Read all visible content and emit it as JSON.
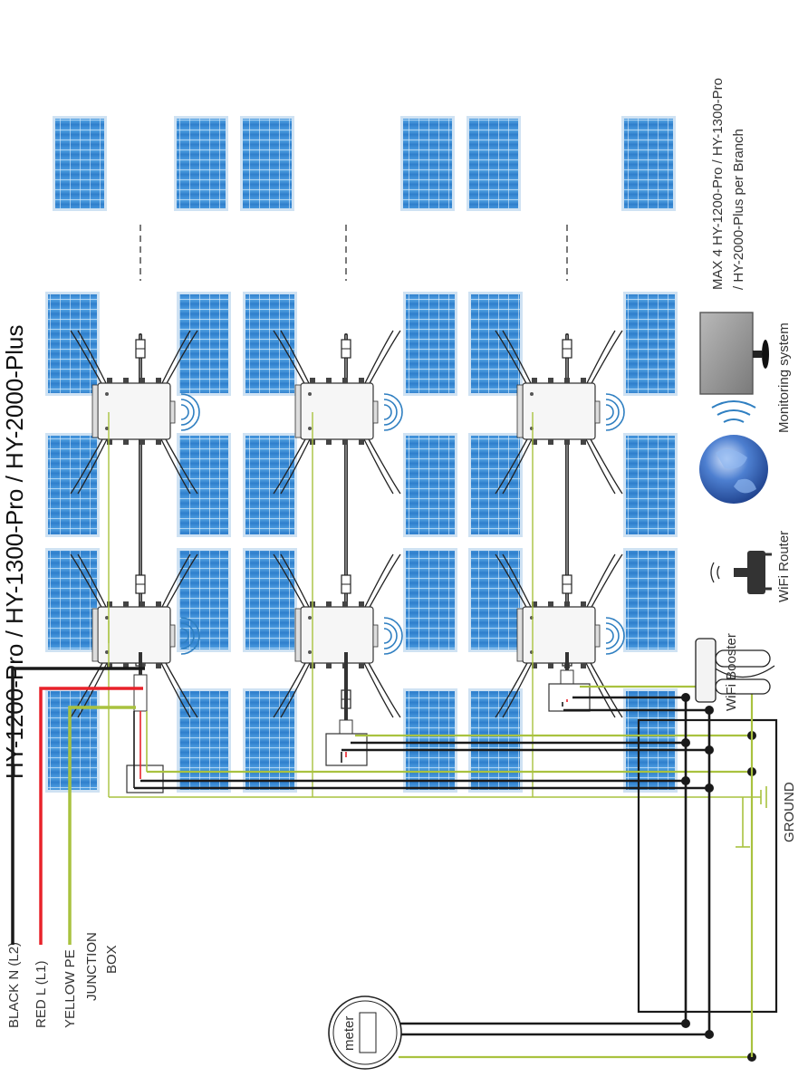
{
  "title": "HY-1200-Pro / HY-1300-Pro / HY-2000-Plus",
  "branch_note": {
    "line1": "MAX 4 HY-1200-Pro / HY-1300-Pro",
    "line2": "/ HY-2000-Plus per Branch"
  },
  "wires": {
    "black": "BLACK N (L2)",
    "red": "RED L (L1)",
    "yellow": "YELLOW PE",
    "junction_1": "JUNCTION",
    "junction_2": "BOX"
  },
  "ground_label": "GROUND",
  "meter_label": "meter",
  "network": {
    "booster": "WiFi Booster",
    "router": "WiFi Router",
    "monitoring": "Monitoring system"
  },
  "colors": {
    "black_wire": "#1a1a1a",
    "red_wire": "#e8222a",
    "yellow_wire": "#a9c23f",
    "wifi": "#2f7fc1",
    "panel": "#3d8fd6"
  }
}
